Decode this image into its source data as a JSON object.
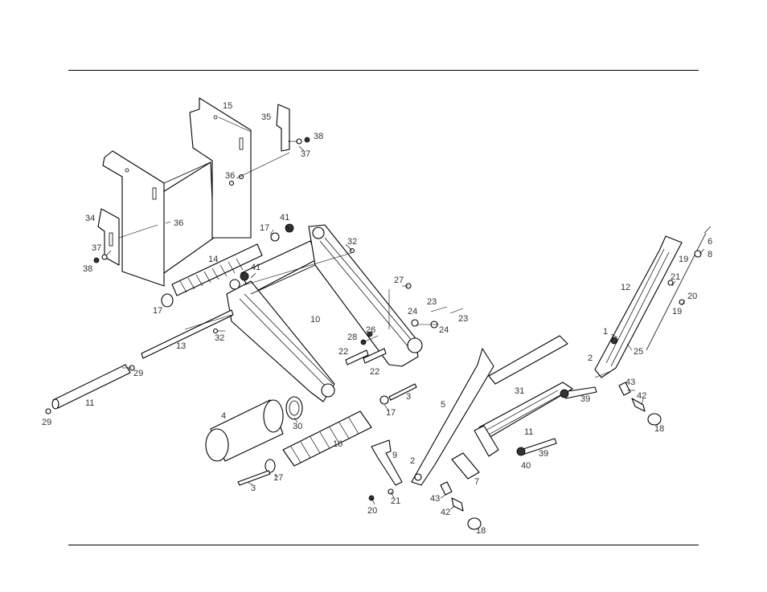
{
  "callouts": [
    "1",
    "2",
    "2",
    "3",
    "3",
    "4",
    "5",
    "6",
    "7",
    "8",
    "9",
    "10",
    "11",
    "11",
    "12",
    "13",
    "14",
    "15",
    "16",
    "17",
    "17",
    "17",
    "17",
    "18",
    "18",
    "19",
    "19",
    "20",
    "20",
    "21",
    "21",
    "22",
    "22",
    "23",
    "23",
    "24",
    "24",
    "25",
    "26",
    "27",
    "28",
    "29",
    "29",
    "30",
    "31",
    "32",
    "32",
    "34",
    "35",
    "36",
    "36",
    "37",
    "37",
    "38",
    "38",
    "39",
    "39",
    "40",
    "41",
    "41",
    "42",
    "42",
    "43",
    "43"
  ]
}
